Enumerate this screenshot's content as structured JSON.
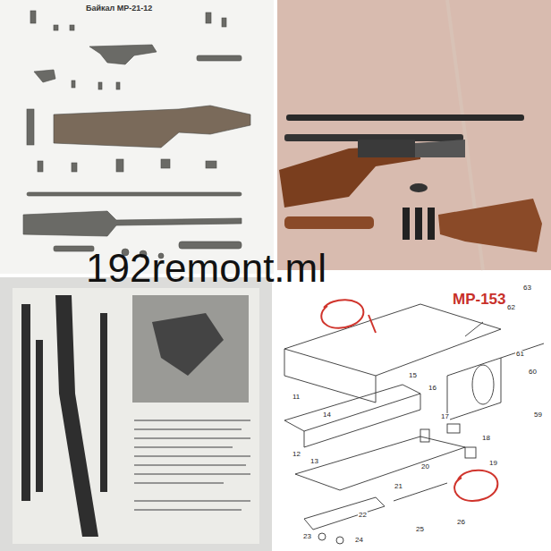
{
  "diagram": {
    "labels": [
      "Байкал МР-21-12",
      "MP-153",
      "192remont.ml",
      "63",
      "62",
      "61",
      "60",
      "59",
      "11",
      "12",
      "13",
      "14",
      "15",
      "16",
      "17",
      "18",
      "19",
      "20",
      "21",
      "22",
      "23",
      "24",
      "25",
      "26"
    ]
  }
}
